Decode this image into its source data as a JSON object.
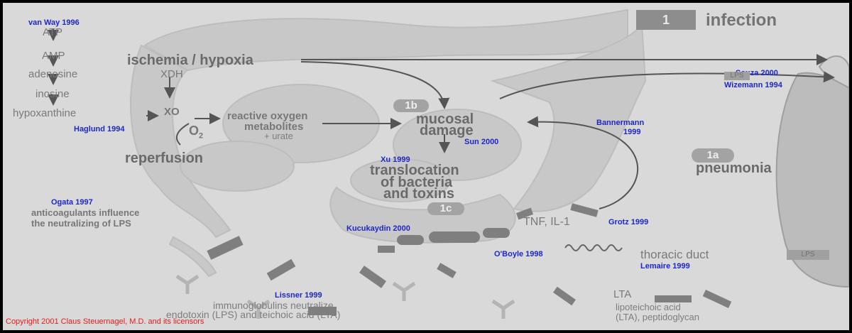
{
  "colors": {
    "citation": "#1e27c8",
    "copyright": "#e51a1a",
    "background": "#d9d9d9",
    "text": "#707070"
  },
  "header": {
    "badge_1": "1",
    "infection": "infection"
  },
  "purine_pathway": [
    "ATP",
    "AMP",
    "adenosine",
    "inosine",
    "hypoxanthine"
  ],
  "labels": {
    "ischemia": "ischemia / hypoxia",
    "xdh": "XDH",
    "xo": "XO",
    "o2": "O",
    "o2_sub": "2",
    "reperfusion": "reperfusion",
    "ros_line1": "reactive oxygen",
    "ros_line2": "metabolites",
    "ros_line3": "+ urate",
    "mucosal_line1": "mucosal",
    "mucosal_line2": "damage",
    "translocation_line1": "translocation",
    "translocation_line2": "of bacteria",
    "translocation_line3": "and toxins",
    "tnf": "TNF, IL-1",
    "pneumonia": "pneumonia",
    "thoracic_duct": "thoracic duct",
    "anticoag_line1": "anticoagulants influence",
    "anticoag_line2": "the neutralizing of LPS",
    "immuno_line1": "immunoglobulins neutralize",
    "immuno_line2": "endotoxin (LPS) and teichoic acid (LTA)",
    "lta": "LTA",
    "lipo_line1": "lipoteichoic acid",
    "lipo_line2": "(LTA), peptidoglycan",
    "lps_box": "LPS",
    "lps_box_right": "LPS"
  },
  "badges": {
    "b1a": "1a",
    "b1b": "1b",
    "b1c": "1c"
  },
  "citations": {
    "van_way": "van Way 1996",
    "haglund": "Haglund 1994",
    "souza": "Souza 2000",
    "wizemann": "Wizemann 1994",
    "bannermann_1": "Bannermann",
    "bannermann_2": "1999",
    "sun": "Sun 2000",
    "xu": "Xu 1999",
    "ogata": "Ogata 1997",
    "kucukaydin": "Kucukaydin 2000",
    "grotz": "Grotz 1999",
    "oboyle": "O'Boyle 1998",
    "lemaire": "Lemaire 1999",
    "lissner": "Lissner 1999"
  },
  "copyright": "Copyright 2001  Claus Steuernagel, M.D.  and its licensors"
}
